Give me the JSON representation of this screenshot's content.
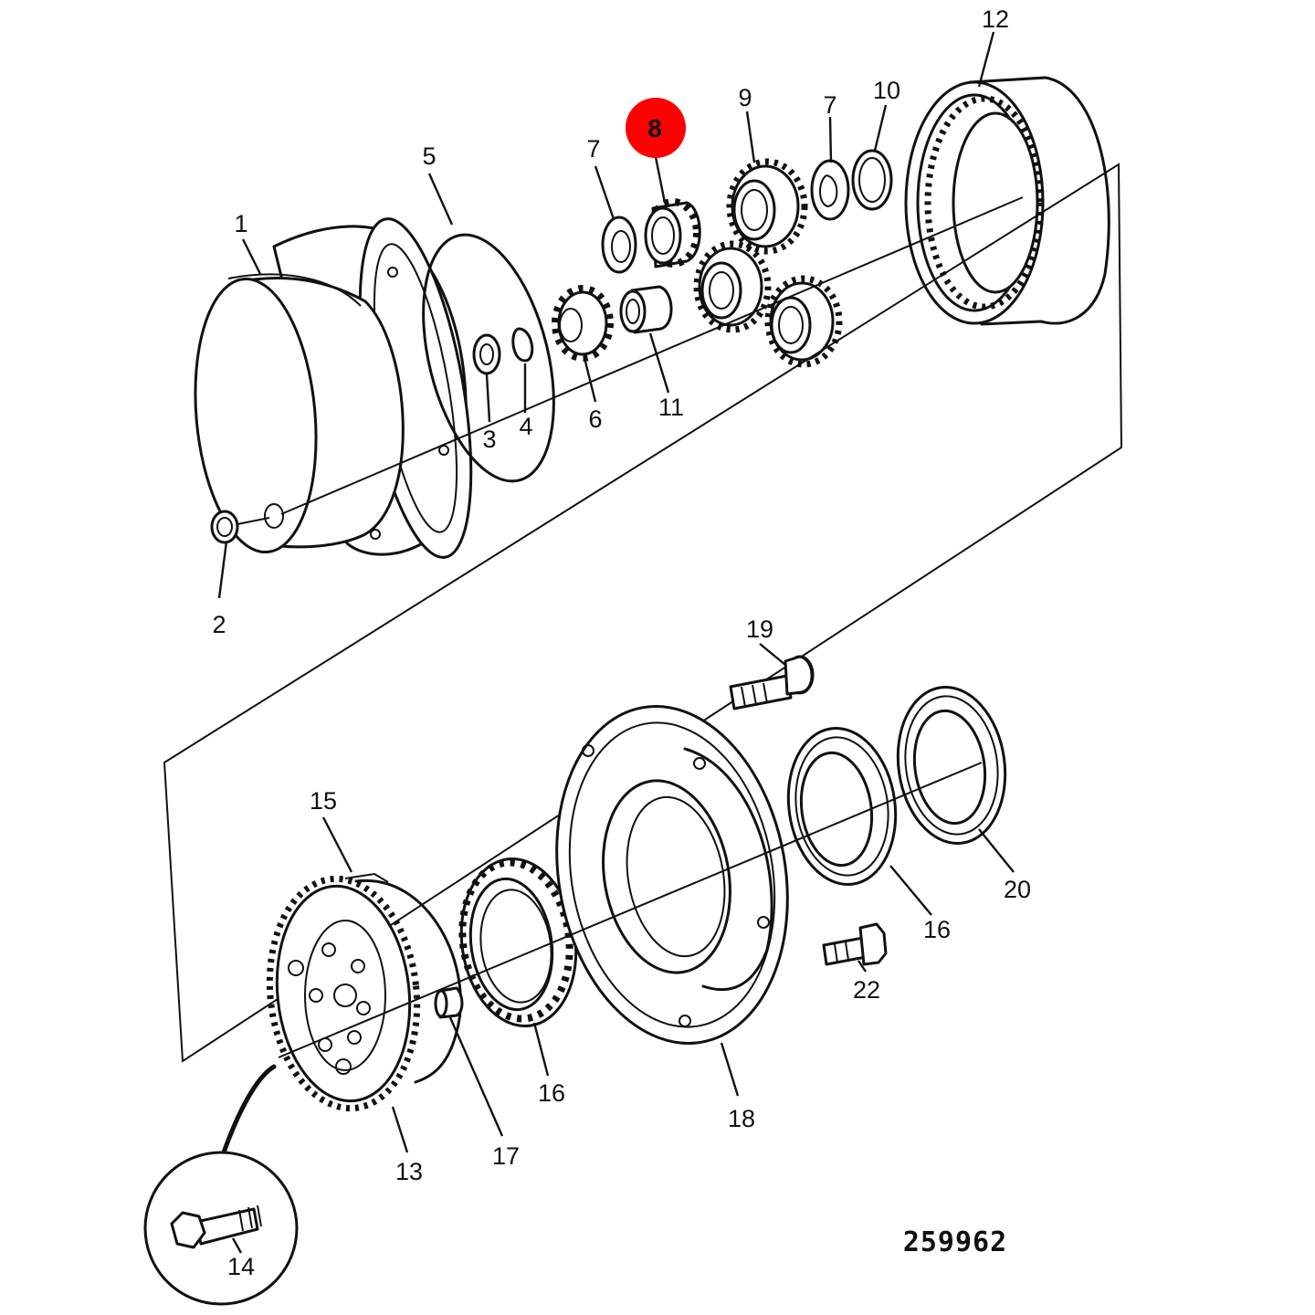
{
  "labels": {
    "p1": "1",
    "p2": "2",
    "p3": "3",
    "p4": "4",
    "p5": "5",
    "p6": "6",
    "p7": "7",
    "p8": "8",
    "p9": "9",
    "p10": "10",
    "p11": "11",
    "p12": "12",
    "p13": "13",
    "p14": "14",
    "p15": "15",
    "p16": "16",
    "p17": "17",
    "p18": "18",
    "p19": "19",
    "p20": "20",
    "p22": "22"
  },
  "highlight": {
    "label": "8",
    "color": "#ff0000"
  },
  "drawing_number": "259962"
}
